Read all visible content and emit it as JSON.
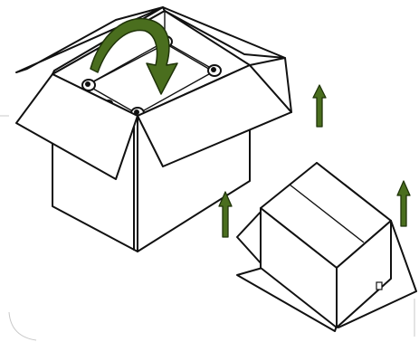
{
  "diagram": {
    "kind": "packaging-instruction-illustration",
    "colors": {
      "arrow": "#4a6e1e",
      "arrow_outline": "#1f3309",
      "line": "#111111",
      "background": "#ffffff",
      "frame": "#c8c8c8"
    },
    "steps": [
      {
        "id": "place-item-in-box",
        "icon": "curved-down-arrow-icon"
      },
      {
        "id": "lift-box-off-item",
        "icon": "up-arrow-icon",
        "count": 3
      }
    ]
  }
}
